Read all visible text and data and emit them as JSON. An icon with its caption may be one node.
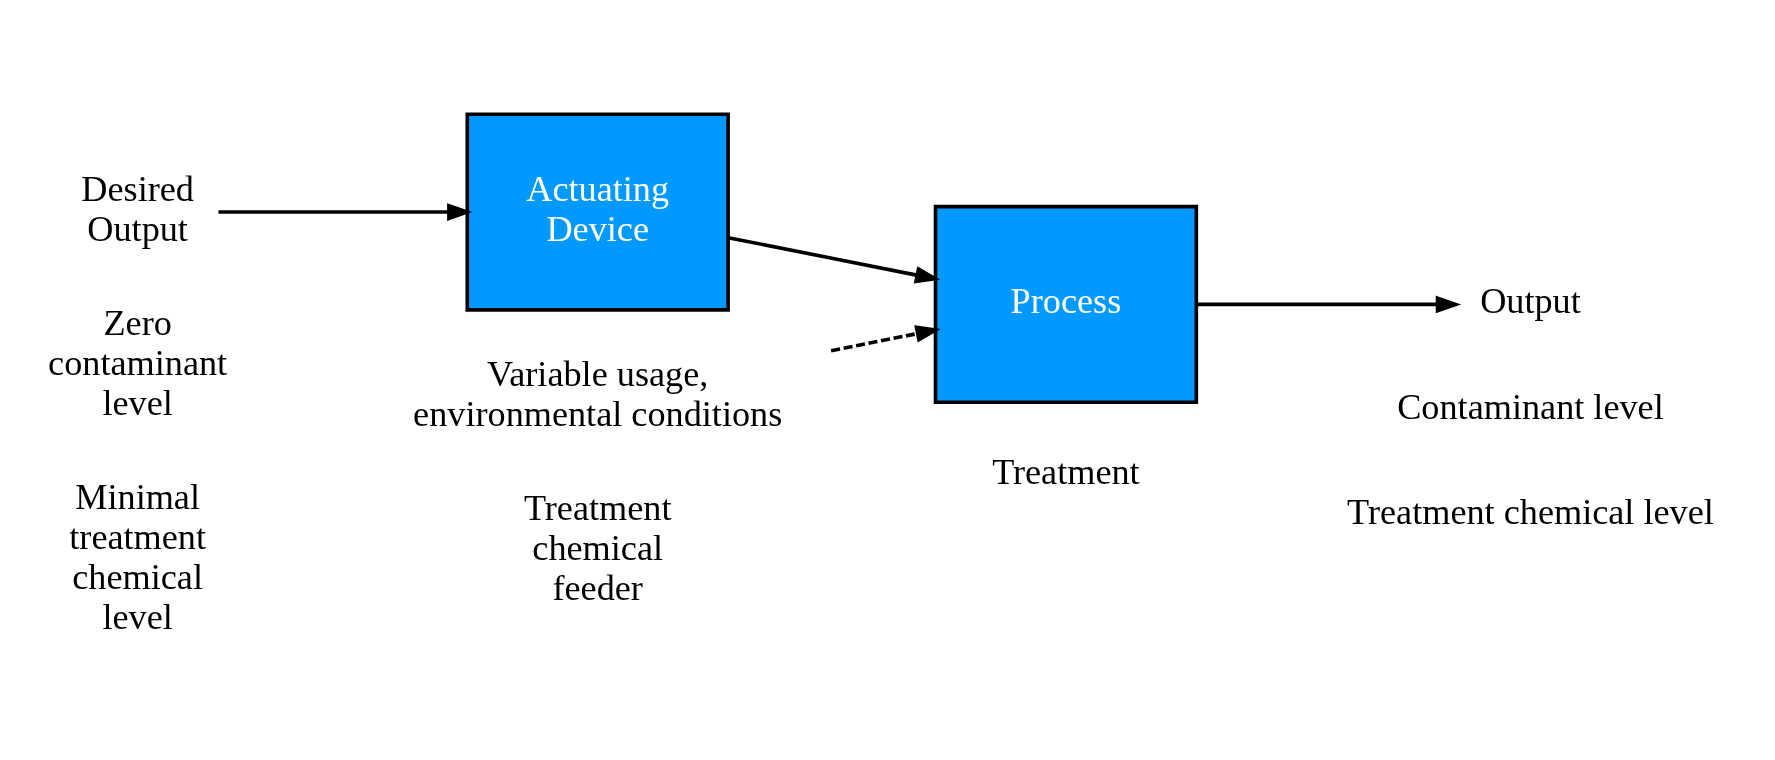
{
  "diagram": {
    "nodes": [
      {
        "text": [
          "Desired Output"
        ]
      },
      {
        "text": [
          "Actuating Device"
        ]
      },
      {
        "text": [
          "Process"
        ]
      },
      {
        "text": [
          "Output"
        ]
      },
      {
        "text": [
          "Variable usage, environmental conditions"
        ]
      }
    ],
    "edges": [
      {
        "from": 0,
        "to": 1,
        "arrow": "to"
      },
      {
        "from": 1,
        "to": 2,
        "arrow": "to"
      },
      {
        "from": 2,
        "to": 3,
        "arrow": "to"
      },
      {
        "from": 4,
        "to": 2,
        "arrow": "to",
        "style": "dashed"
      }
    ],
    "labels": [
      "Zero contaminant level",
      "Treatment chemical feeder",
      "Treatment",
      "Contaminant level",
      "Treatment chemical level",
      "Minimal treatment chemical level"
    ]
  }
}
